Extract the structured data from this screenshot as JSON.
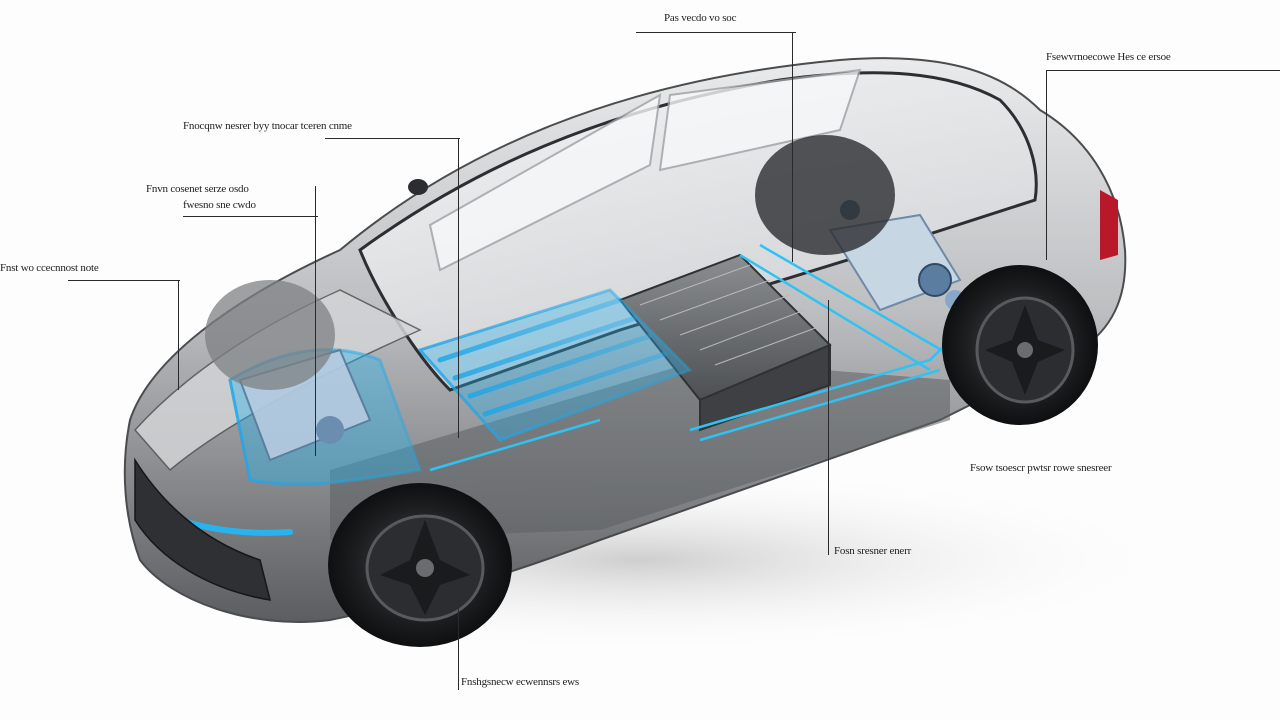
{
  "diagram": {
    "subject": "electric-vehicle-cutaway",
    "accent_color": "#27b3ee",
    "body_color": "#6e7073",
    "tire_color": "#1d1e20",
    "callouts": [
      {
        "id": "top-center",
        "text": "Pas vecdo vo soc"
      },
      {
        "id": "top-right",
        "text": "Fsewvrnoecowe Hes ce ersoe"
      },
      {
        "id": "upper-left",
        "text": "Fnocqnw nesrer byy tnocar tceren cnme"
      },
      {
        "id": "left-1-line-1",
        "text": "Fnvn cosenet serze osdo"
      },
      {
        "id": "left-1-line-2",
        "text": "fwesno sne cwdo"
      },
      {
        "id": "far-left",
        "text": "Fnst wo ccecnnost note"
      },
      {
        "id": "right-middle",
        "text": "Fsow tsoescr pwtsr rowe snesreer"
      },
      {
        "id": "bottom-right",
        "text": "Fosn sresner enerr"
      },
      {
        "id": "bottom-center",
        "text": "Fnshgsnecw ecwennsrs ews"
      }
    ]
  }
}
